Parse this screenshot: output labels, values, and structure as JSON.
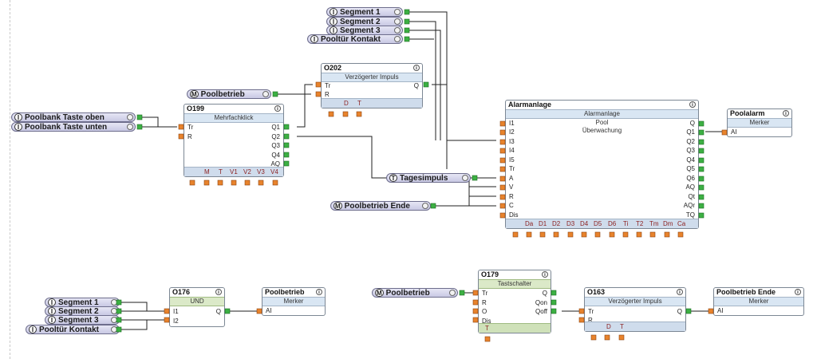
{
  "inputs_top": [
    {
      "type": "I",
      "label": "Segment 1"
    },
    {
      "type": "I",
      "label": "Segment 2"
    },
    {
      "type": "I",
      "label": "Segment 3"
    },
    {
      "type": "I",
      "label": "Pooltür Kontakt"
    }
  ],
  "inputs_left": [
    {
      "type": "I",
      "label": "Poolbank Taste oben"
    },
    {
      "type": "I",
      "label": "Poolbank Taste unten"
    }
  ],
  "merker_poolbetrieb_top": {
    "type": "M",
    "label": "Poolbetrieb"
  },
  "tagesimpuls": {
    "type": "T",
    "label": "Tagesimpuls"
  },
  "poolbetrieb_ende_input": {
    "type": "M",
    "label": "Poolbetrieb Ende"
  },
  "inputs_bottom": [
    {
      "type": "I",
      "label": "Segment 1"
    },
    {
      "type": "I",
      "label": "Segment 2"
    },
    {
      "type": "I",
      "label": "Segment 3"
    },
    {
      "type": "I",
      "label": "Pooltür Kontakt"
    }
  ],
  "merker_poolbetrieb_bottom": {
    "type": "M",
    "label": "Poolbetrieb"
  },
  "info_symbol": "i",
  "blocks": {
    "o202": {
      "id": "O202",
      "subtitle": "Verzögerter Impuls",
      "inputs": [
        "Tr",
        "R"
      ],
      "outputs": [
        "Q"
      ],
      "params": [
        "D",
        "T"
      ]
    },
    "o199": {
      "id": "O199",
      "subtitle": "Mehrfachklick",
      "inputs": [
        "Tr",
        "R"
      ],
      "outputs": [
        "Q1",
        "Q2",
        "Q3",
        "Q4",
        "AQ"
      ],
      "params": [
        "M",
        "T",
        "V1",
        "V2",
        "V3",
        "V4"
      ]
    },
    "alarm": {
      "id": "Alarmanlage",
      "subtitle": "Alarmanlage",
      "desc1": "Pool",
      "desc2": "Überwachung",
      "inputs": [
        "I1",
        "I2",
        "I3",
        "I4",
        "I5",
        "Tr",
        "A",
        "V",
        "R",
        "C",
        "Dis"
      ],
      "outputs": [
        "Q",
        "Q1",
        "Q2",
        "Q3",
        "Q4",
        "Q5",
        "Q6",
        "AQ",
        "Qt",
        "AQr",
        "TQ"
      ],
      "params": [
        "Da",
        "D1",
        "D2",
        "D3",
        "D4",
        "D5",
        "D6",
        "Ti",
        "T2",
        "Tm",
        "Dm",
        "Ca"
      ]
    },
    "poolalarm": {
      "id": "Poolalarm",
      "subtitle": "Merker",
      "inputs": [
        "AI"
      ]
    },
    "o176": {
      "id": "O176",
      "subtitle": "UND",
      "inputs": [
        "I1",
        "I2"
      ],
      "outputs": [
        "Q"
      ]
    },
    "poolbetrieb_merker": {
      "id": "Poolbetrieb",
      "subtitle": "Merker",
      "inputs": [
        "AI"
      ]
    },
    "o179": {
      "id": "O179",
      "subtitle": "Tastschalter",
      "inputs": [
        "Tr",
        "R",
        "O",
        "Dis"
      ],
      "outputs": [
        "Q",
        "Qon",
        "Qoff"
      ],
      "params": [
        "T"
      ]
    },
    "o163": {
      "id": "O163",
      "subtitle": "Verzögerter Impuls",
      "inputs": [
        "Tr",
        "R"
      ],
      "outputs": [
        "Q"
      ],
      "params": [
        "D",
        "T"
      ]
    },
    "ende_merker": {
      "id": "Poolbetrieb Ende",
      "subtitle": "Merker",
      "inputs": [
        "AI"
      ]
    }
  }
}
